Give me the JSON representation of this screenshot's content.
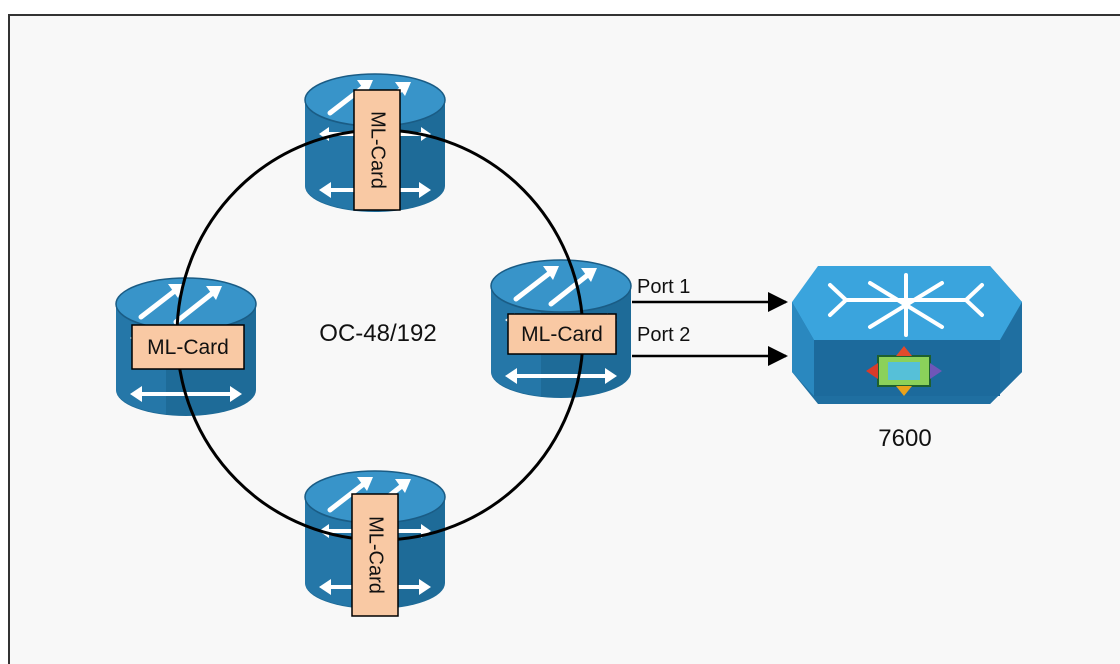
{
  "diagram": {
    "ring_label": "OC-48/192",
    "nodes": {
      "top": {
        "label": "ML-Card"
      },
      "left": {
        "label": "ML-Card"
      },
      "right": {
        "label": "ML-Card"
      },
      "bottom": {
        "label": "ML-Card"
      }
    },
    "links": {
      "port1": {
        "label": "Port 1"
      },
      "port2": {
        "label": "Port 2"
      }
    },
    "switch": {
      "label": "7600"
    }
  },
  "colors": {
    "router_body": "#1f6e9e",
    "router_top": "#2f8cc4",
    "card_fill": "#f9c9a4",
    "switch_top": "#3ba6df",
    "switch_side": "#166a9c"
  }
}
